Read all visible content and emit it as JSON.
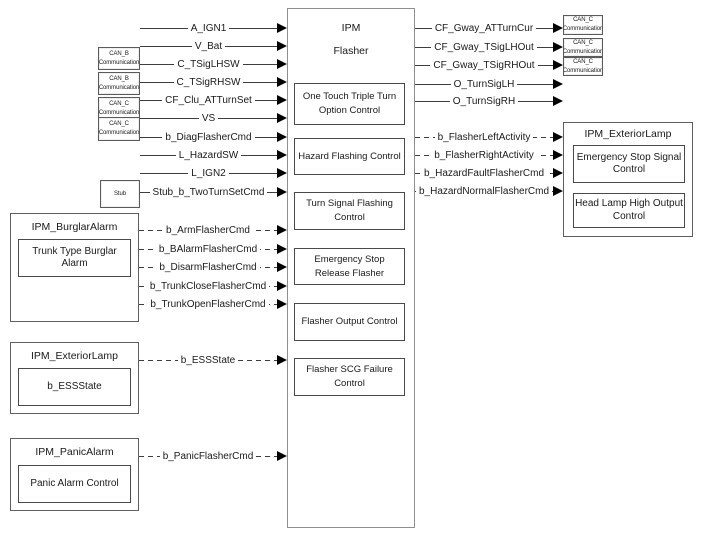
{
  "main_box": {
    "title": "IPM",
    "subtitle": "Flasher",
    "functions": [
      "One Touch Triple Turn Option Control",
      "Hazard Flashing Control",
      "Turn Signal Flashing Control",
      "Emergency Stop Release Flasher",
      "Flasher Output Control",
      "Flasher SCG Failure Control"
    ]
  },
  "inputs": [
    "A_IGN1",
    "V_Bat",
    "C_TSigLHSW",
    "C_TSigRHSW",
    "CF_Clu_ATTurnSet",
    "VS",
    "b_DiagFlasherCmd",
    "L_HazardSW",
    "L_IGN2",
    "Stub_b_TwoTurnSetCmd"
  ],
  "outputs": {
    "solid": [
      "CF_Gway_ATTurnCur",
      "CF_Gway_TSigLHOut",
      "CF_Gway_TSigRHOut",
      "O_TurnSigLH",
      "O_TurnSigRH"
    ],
    "dashed": [
      "b_FlasherLeftActivity",
      "b_FlasherRightActivity",
      "b_HazardFaultFlasherCmd",
      "b_HazardNormalFlasherCmd"
    ]
  },
  "left_ports": {
    "can_boxes": [
      {
        "line1": "CAN_B",
        "line2": "Communication"
      },
      {
        "line1": "CAN_B",
        "line2": "Communication"
      },
      {
        "line1": "CAN_C",
        "line2": "Communication"
      },
      {
        "line1": "CAN_C",
        "line2": "Communication"
      }
    ],
    "stub_label": "Stub"
  },
  "right_ports": {
    "can_boxes": [
      {
        "line1": "CAN_C",
        "line2": "Communication"
      },
      {
        "line1": "CAN_C",
        "line2": "Communication"
      },
      {
        "line1": "CAN_C",
        "line2": "Communication"
      }
    ]
  },
  "modules": {
    "burglar_alarm": {
      "title": "IPM_BurglarAlarm",
      "inner": "Trunk Type Burglar Alarm",
      "signals": [
        "b_ArmFlasherCmd",
        "b_BAlarmFlasherCmd",
        "b_DisarmFlasherCmd",
        "b_TrunkCloseFlasherCmd",
        "b_TrunkOpenFlasherCmd"
      ]
    },
    "exterior_lamp_left": {
      "title": "IPM_ExteriorLamp",
      "inner": "b_ESSState",
      "signals": [
        "b_ESSState"
      ]
    },
    "panic_alarm": {
      "title": "IPM_PanicAlarm",
      "inner": "Panic Alarm Control",
      "signals": [
        "b_PanicFlasherCmd"
      ]
    },
    "exterior_lamp_right": {
      "title": "IPM_ExteriorLamp",
      "inner1": "Emergency Stop Signal Control",
      "inner2": "Head Lamp High Output Control"
    }
  },
  "colors": {
    "background": "#ffffff",
    "line": "#3d3d3d",
    "arrow": "#000000",
    "border_main": "#8f8f8f",
    "border_module": "#5f5f5f",
    "border_inner": "#4a4a4a"
  }
}
